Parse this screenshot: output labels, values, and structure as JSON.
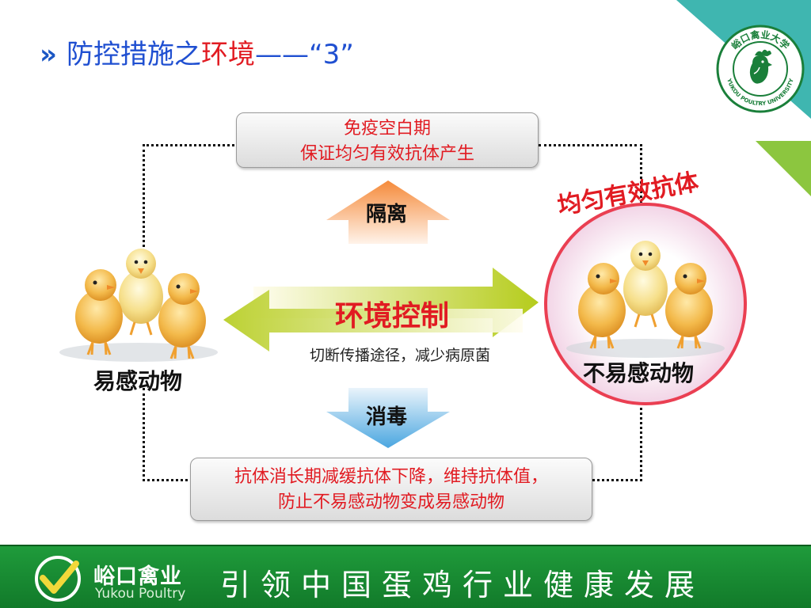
{
  "title": {
    "part1": "防控措施之",
    "part2": "环境",
    "part3": "——“3”",
    "chevrons": "»"
  },
  "top_box": {
    "line1": "免疫空白期",
    "line2": "保证均匀有效抗体产生"
  },
  "isolation_label": "隔离",
  "disinfection_label": "消毒",
  "env_control": {
    "title": "环境控制",
    "subtitle": "切断传播途径，减少病原菌"
  },
  "left_label": "易感动物",
  "right_label": "不易感动物",
  "antibody_label": "均匀有效抗体",
  "bottom_box": {
    "line1": "抗体消长期减缓抗体下降，维持抗体值，",
    "line2": "防止不易感动物变成易感动物"
  },
  "footer": {
    "brand_cn": "峪口禽业",
    "brand_en": "Yukou Poultry",
    "slogan": "引领中国蛋鸡行业健康发展"
  },
  "logo": {
    "cn": "峪口禽业大学",
    "en": "YUKOU POULTRY UNIVERSITY"
  },
  "colors": {
    "title_blue": "#1f4fd1",
    "accent_red": "#e11b22",
    "teal": "#3fb6b0",
    "green": "#8cc63f",
    "banner_green": "#1a8f35"
  }
}
